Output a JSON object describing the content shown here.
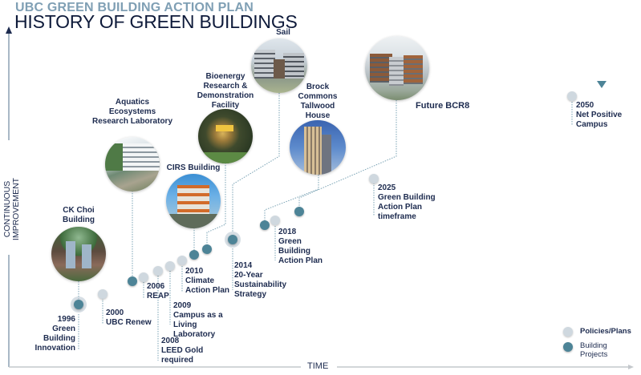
{
  "header": {
    "subtitle": "UBC GREEN BUILDING ACTION PLAN",
    "title": "HISTORY OF GREEN BUILDINGS"
  },
  "axes": {
    "y_label": "CONTINUOUS\nIMPROVEMENT",
    "x_label": "TIME"
  },
  "buildings": [
    {
      "name": "CK Choi\nBuilding"
    },
    {
      "name": "Aquatics\nEcosystems\nResearch Laboratory"
    },
    {
      "name": "CIRS Building"
    },
    {
      "name": "Bioenergy\nResearch &\nDemonstration\nFacility"
    },
    {
      "name": "Sail"
    },
    {
      "name": "Brock\nCommons\nTallwood\nHouse"
    },
    {
      "name": "Future BCR8"
    }
  ],
  "milestones": [
    {
      "label": "1996\nGreen\nBuilding\nInnovation"
    },
    {
      "label": "2000\nUBC Renew"
    },
    {
      "label": "2006\nREAP"
    },
    {
      "label": "2008\nLEED Gold\nrequired"
    },
    {
      "label": "2009\nCampus as a\nLiving\nLaboratory"
    },
    {
      "label": "2010\nClimate\nAction Plan"
    },
    {
      "label": "2014\n20-Year\nSustainability\nStrategy"
    },
    {
      "label": "2018\nGreen\nBuilding\nAction Plan"
    },
    {
      "label": "2025\nGreen Building\nAction Plan\ntimeframe"
    },
    {
      "label": "2050\nNet Positive\nCampus"
    }
  ],
  "legend": {
    "policies": "Policies/Plans",
    "buildings": "Building\nProjects"
  },
  "colors": {
    "policy_dot": "#cfd8df",
    "building_dot": "#4d8497",
    "title": "#0e1a3a",
    "subtitle": "#7f9fb4",
    "label": "#1d2b4f"
  }
}
